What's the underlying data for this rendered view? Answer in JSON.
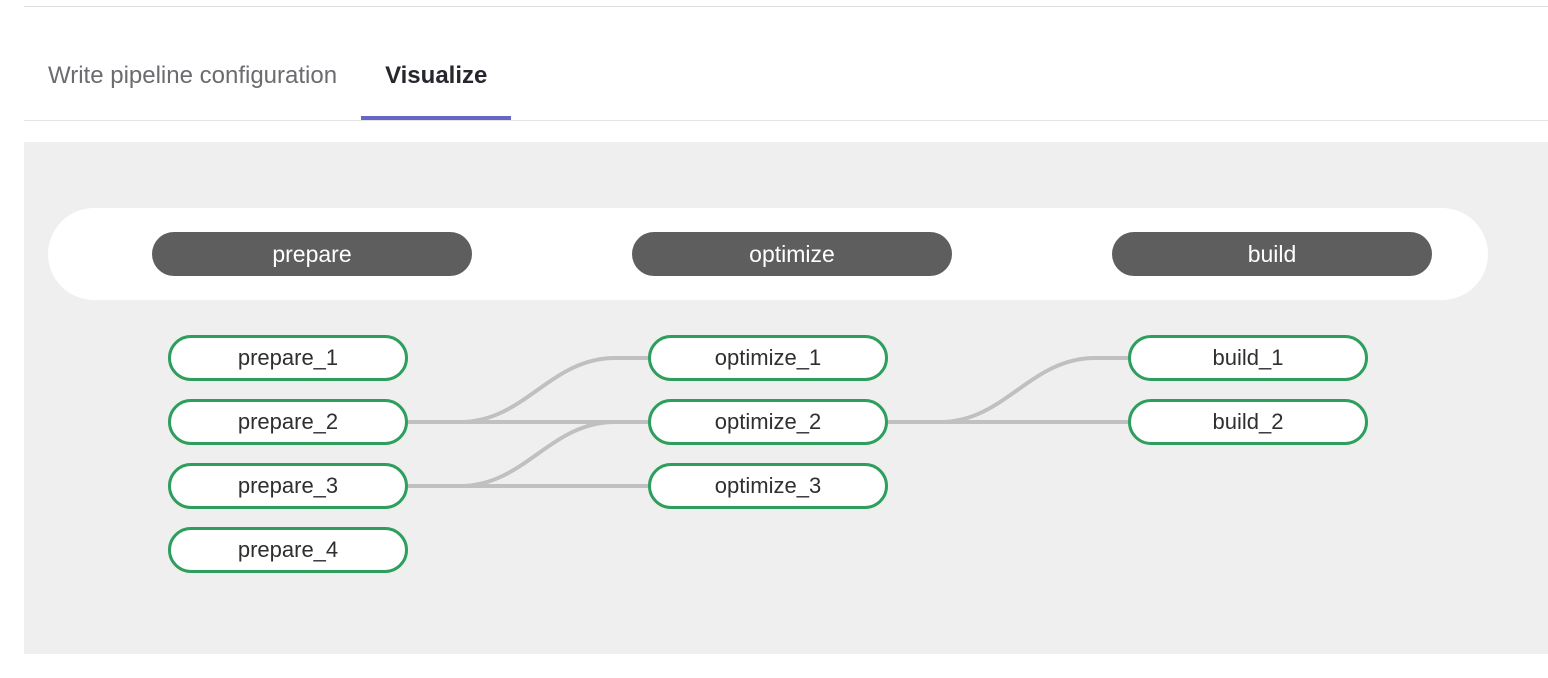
{
  "tabs": [
    {
      "label": "Write pipeline configuration",
      "active": false
    },
    {
      "label": "Visualize",
      "active": true
    }
  ],
  "colors": {
    "active_tab_underline": "#6666c4",
    "job_border_green": "#2e9e5c",
    "stage_pill_gray": "#5e5e5e",
    "canvas_background": "#efefef",
    "link_line_gray": "#c0c0c0"
  },
  "pipeline": {
    "stages": [
      {
        "name": "prepare",
        "jobs": [
          "prepare_1",
          "prepare_2",
          "prepare_3",
          "prepare_4"
        ]
      },
      {
        "name": "optimize",
        "jobs": [
          "optimize_1",
          "optimize_2",
          "optimize_3"
        ]
      },
      {
        "name": "build",
        "jobs": [
          "build_1",
          "build_2"
        ]
      }
    ],
    "links": [
      {
        "from": "prepare_2",
        "to": "optimize_1"
      },
      {
        "from": "prepare_2",
        "to": "optimize_2"
      },
      {
        "from": "prepare_3",
        "to": "optimize_2"
      },
      {
        "from": "prepare_3",
        "to": "optimize_3"
      },
      {
        "from": "optimize_2",
        "to": "build_1"
      },
      {
        "from": "optimize_2",
        "to": "build_2"
      }
    ]
  }
}
